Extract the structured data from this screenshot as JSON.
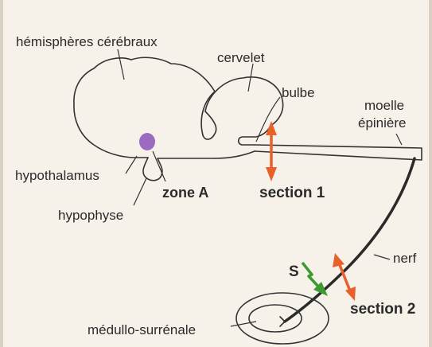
{
  "labels": {
    "hemispheres": "hémisphères cérébraux",
    "cervelet": "cervelet",
    "bulbe": "bulbe",
    "moelle_line1": "moelle",
    "moelle_line2": "épinière",
    "hypothalamus": "hypothalamus",
    "zone_a": "zone A",
    "section1": "section 1",
    "hypophyse": "hypophyse",
    "nerf": "nerf",
    "stimulus": "S",
    "section2": "section 2",
    "medullo": "médullo-surrénale"
  },
  "colors": {
    "outline": "#333333",
    "zone_a": "#9b6bc0",
    "section_arrow": "#e8602a",
    "stimulus": "#3c9a2e",
    "nerve": "#2a2a2a",
    "background": "#f6f2ea"
  }
}
